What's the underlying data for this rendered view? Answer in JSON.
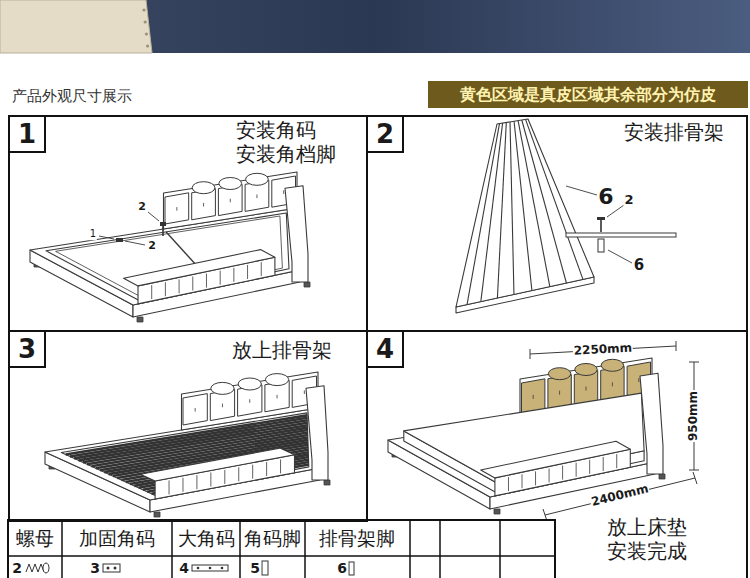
{
  "diagram": {
    "title": "产品外观尺寸展示",
    "nodes": [
      {
        "text": [
          "黄色区域是真皮区域其余部分为仿皮"
        ]
      },
      {
        "text": [
          "安装角码 安装角档脚"
        ]
      },
      {
        "text": [
          "1"
        ],
        "in": 1
      },
      {
        "text": [
          "安装排骨架"
        ]
      },
      {
        "text": [
          "2"
        ],
        "in": 3
      },
      {
        "text": [
          "放上排骨架"
        ]
      },
      {
        "text": [
          "3"
        ],
        "in": 5
      },
      {
        "text": [
          "放上床垫 安装完成"
        ]
      },
      {
        "text": [
          "4"
        ],
        "in": 7
      }
    ],
    "labels": [
      "2",
      "1",
      "2",
      "6",
      "2",
      "6",
      "2250mm",
      "950mm",
      "2400mm",
      "螺母",
      "加固角码",
      "大角码",
      "角码脚",
      "排骨架脚",
      "2",
      "3",
      "4",
      "5",
      "6"
    ]
  }
}
